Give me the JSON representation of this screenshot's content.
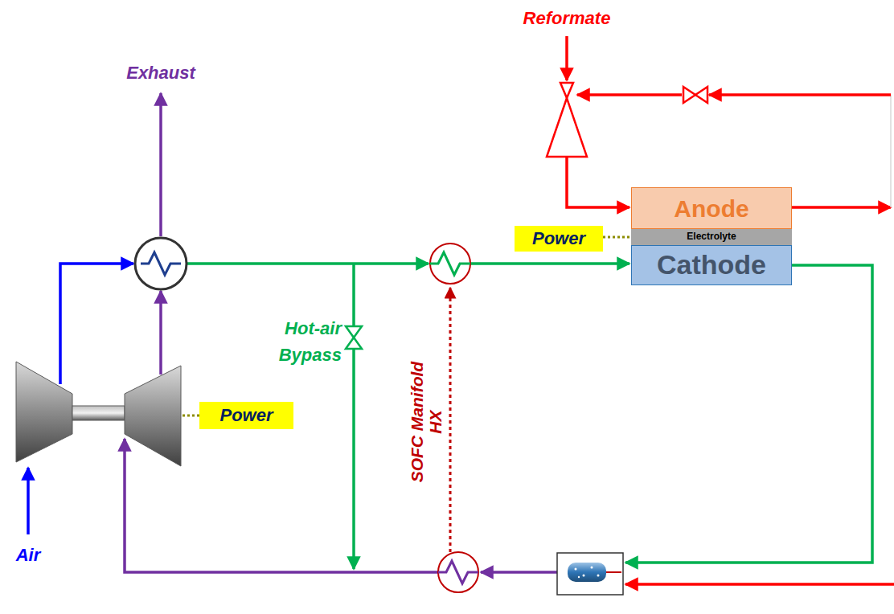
{
  "diagram": {
    "nodes": [
      {
        "text": [
          "Anode"
        ]
      },
      {
        "text": [
          "Electrolyte"
        ]
      },
      {
        "text": [
          "Power"
        ]
      },
      {
        "text": [
          "Cathode"
        ]
      },
      {
        "text": [
          "Power"
        ]
      }
    ],
    "edges": [
      {
        "from": 2,
        "to": 1,
        "arrow": "none"
      }
    ],
    "labels": [
      "Reformate",
      "Exhaust",
      "Hot-air Bypass",
      "SOFC Manifold HX",
      "Air"
    ]
  }
}
